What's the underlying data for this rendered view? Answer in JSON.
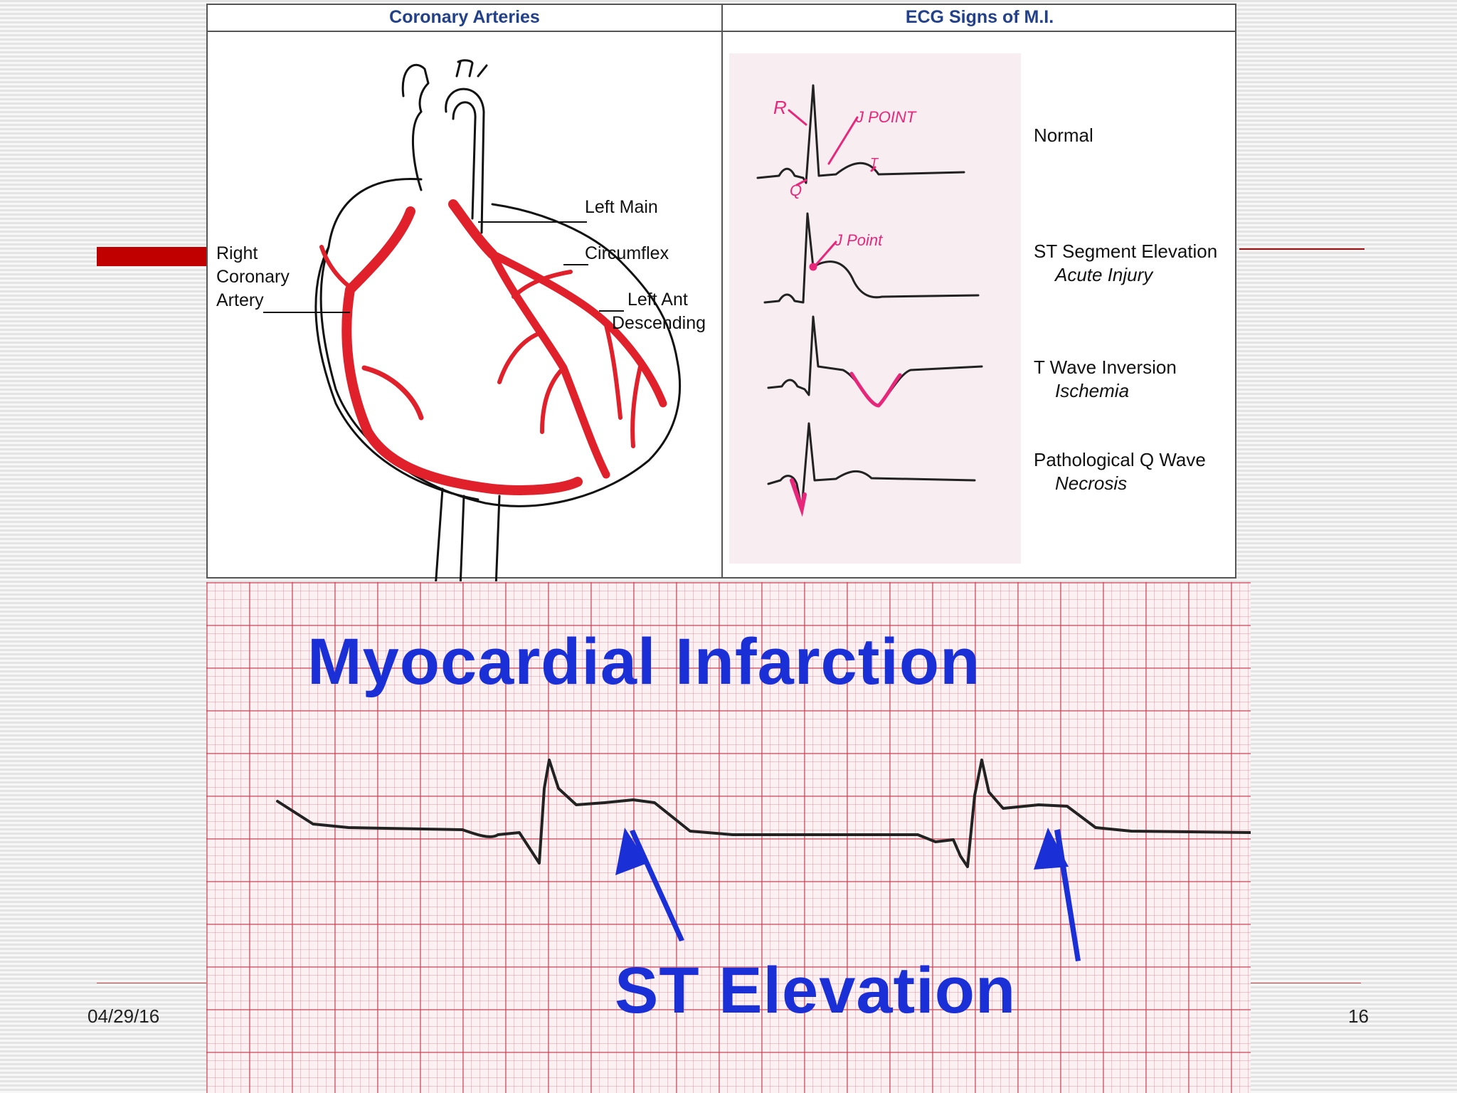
{
  "slide": {
    "date": "04/29/16",
    "page_number": "16"
  },
  "coronary_panel": {
    "title": "Coronary Arteries",
    "labels": {
      "left_main": "Left Main",
      "circumflex": "Circumflex",
      "right_coronary": [
        "Right",
        "Coronary",
        "Artery"
      ],
      "left_ant_descending": [
        "Left Ant",
        "Descending"
      ]
    }
  },
  "ecg_panel": {
    "title": "ECG Signs of M.I.",
    "annotations": {
      "r": "R",
      "q": "Q",
      "t": "T",
      "j_point": "J POINT",
      "j_point_2": "J Point"
    },
    "rows": [
      {
        "label": "Normal",
        "sub": ""
      },
      {
        "label": "ST Segment Elevation",
        "sub": "Acute Injury"
      },
      {
        "label": "T Wave Inversion",
        "sub": "Ischemia"
      },
      {
        "label": "Pathological Q Wave",
        "sub": "Necrosis"
      }
    ]
  },
  "ecg_strip": {
    "title": "Myocardial Infarction",
    "callout": "ST Elevation"
  },
  "colors": {
    "artery_red": "#e0202a",
    "title_blue": "#1b2fd6",
    "panel_title": "#22418a",
    "accent_red": "#c00000",
    "pink_marker": "#e8267a"
  }
}
